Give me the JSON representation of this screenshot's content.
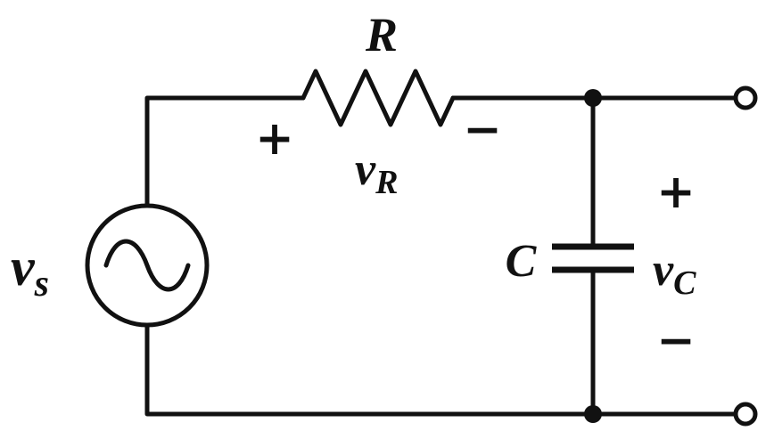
{
  "diagram": {
    "type": "circuit-schematic",
    "colors": {
      "stroke": "#111111",
      "background": "#ffffff"
    },
    "components": {
      "source": {
        "kind": "sinusoidal-voltage-source",
        "label_main": "v",
        "label_sub": "s"
      },
      "resistor": {
        "label": "R",
        "plus": "+",
        "voltage_main": "v",
        "voltage_sub": "R",
        "minus": "−"
      },
      "capacitor": {
        "label": "C",
        "plus": "+",
        "voltage_main": "v",
        "voltage_sub": "C",
        "minus": "−"
      }
    }
  }
}
